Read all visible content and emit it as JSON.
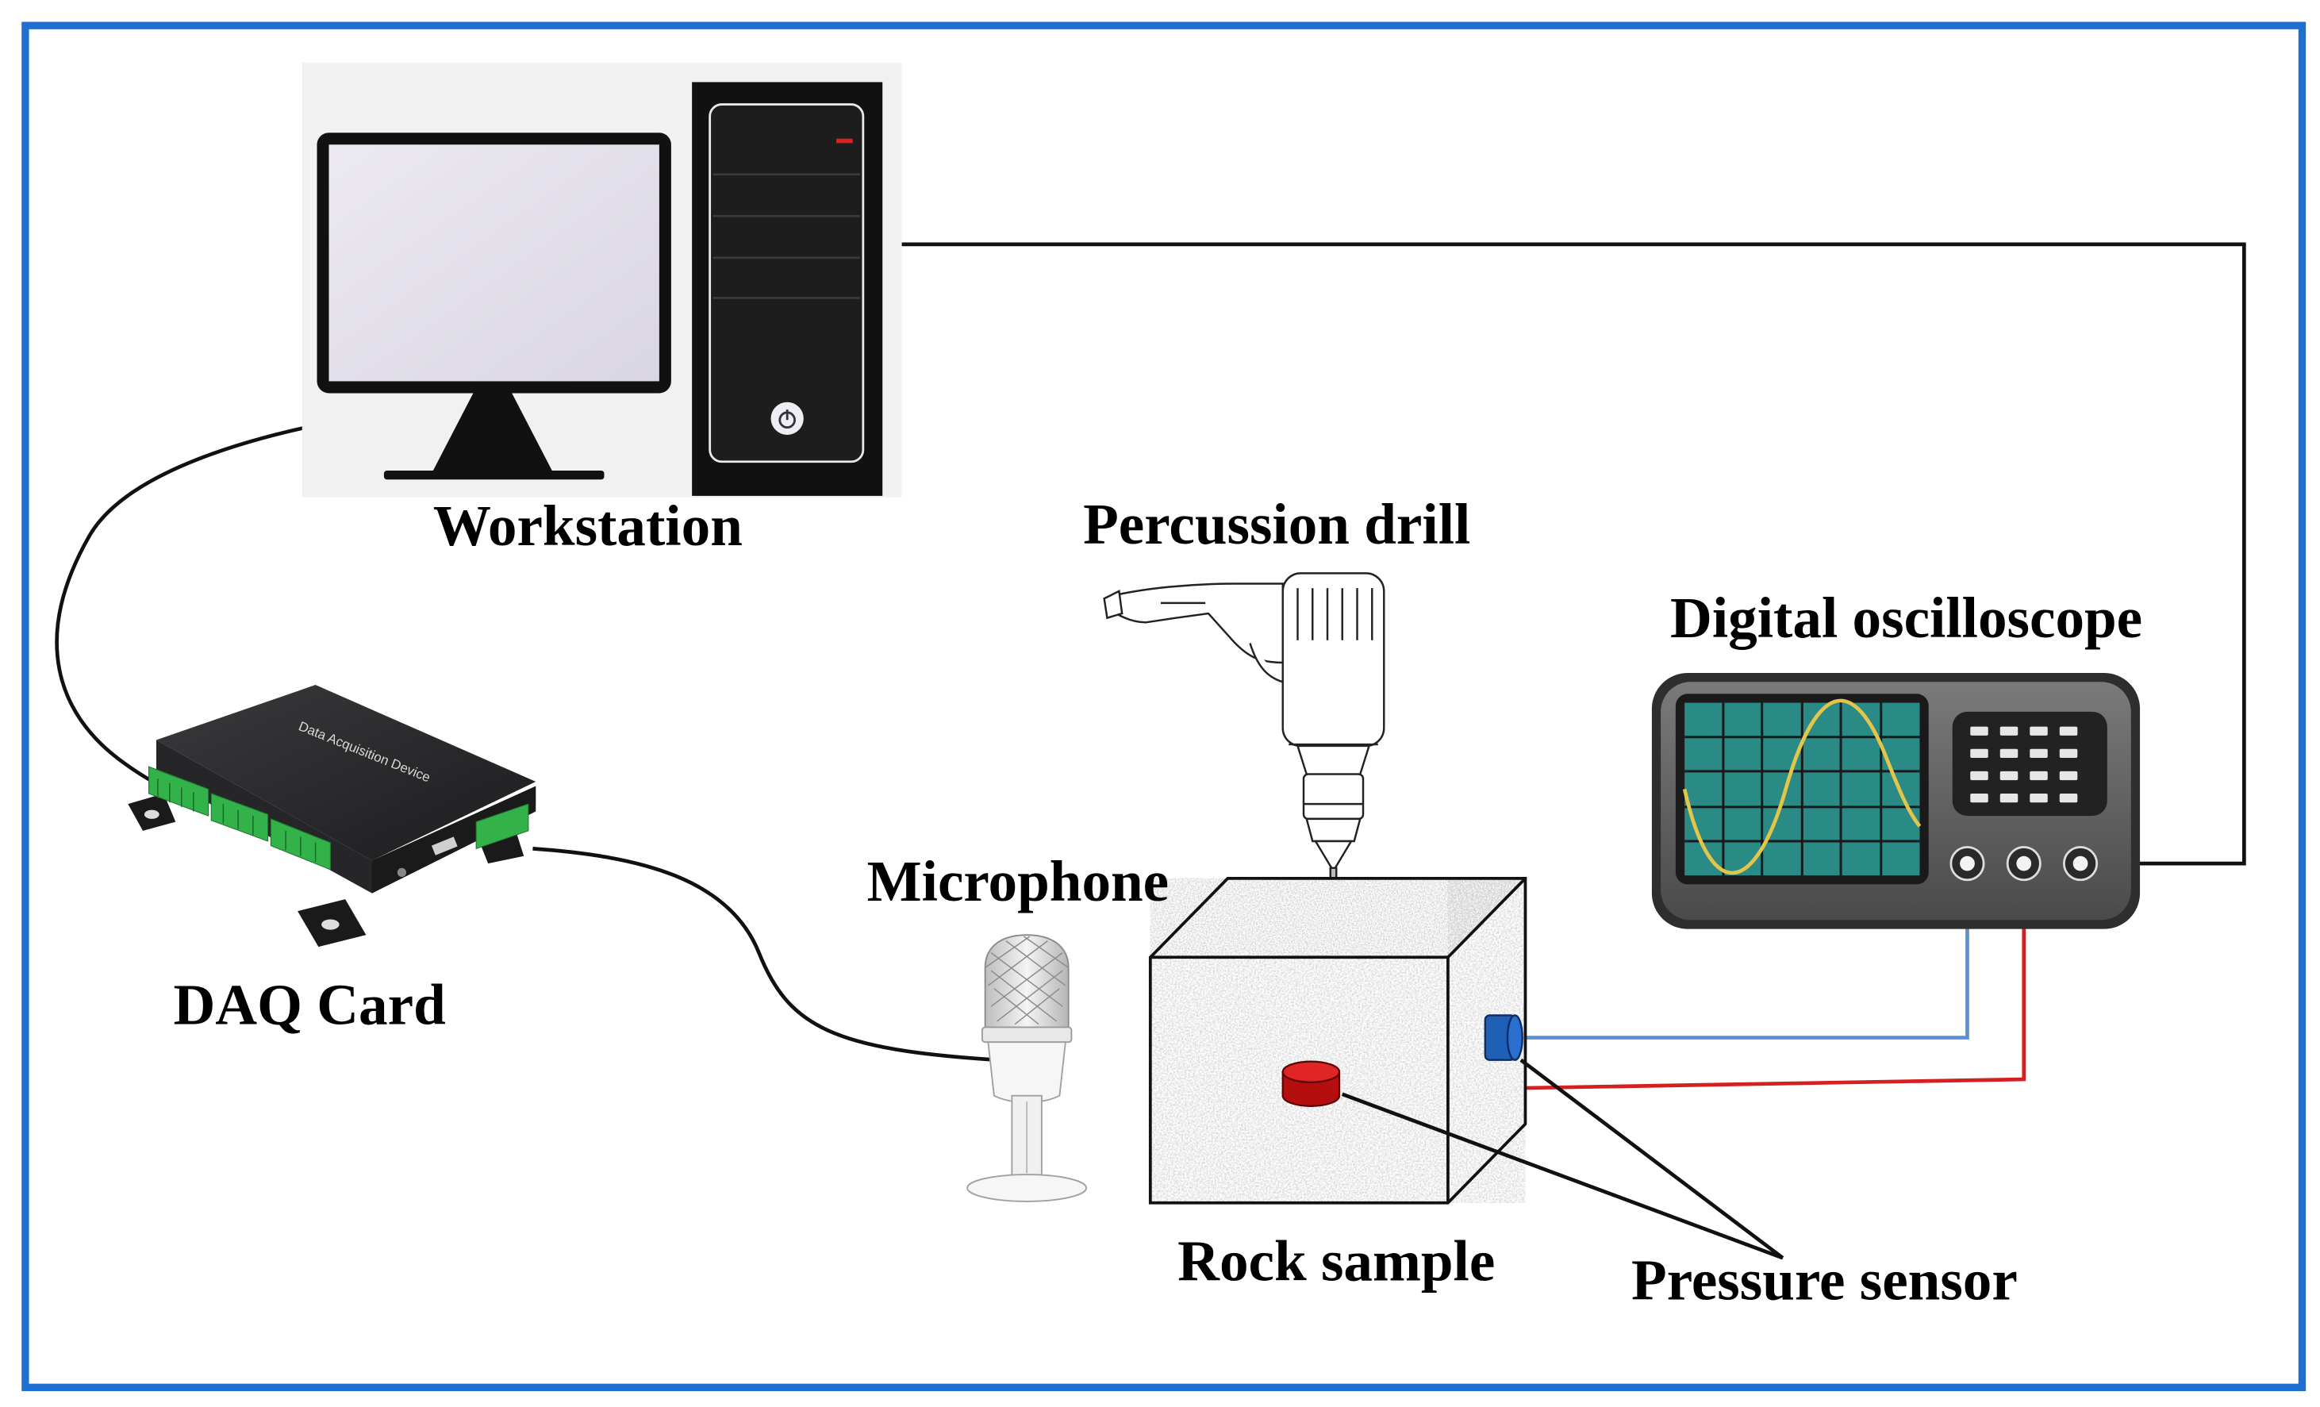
{
  "labels": {
    "workstation": "Workstation",
    "percussion_drill": "Percussion drill",
    "digital_oscilloscope": "Digital oscilloscope",
    "microphone": "Microphone",
    "daq_card": "DAQ Card",
    "rock_sample": "Rock sample",
    "pressure_sensor": "Pressure sensor"
  },
  "icons": {
    "workstation": "desktop-computer-icon",
    "drill": "percussion-drill-icon",
    "oscilloscope": "oscilloscope-icon",
    "microphone": "microphone-icon",
    "daq": "daq-card-icon",
    "rock": "rock-sample-icon",
    "sensor": "pressure-sensor-icon"
  },
  "colors": {
    "frame_border": "#1f6fd1",
    "cable_black": "#111111",
    "cable_blue": "#5b8fd6",
    "cable_red": "#d42020",
    "sensor_blue": "#1f5fb5",
    "sensor_red": "#cc1111",
    "scope_screen": "#2a8a86",
    "daq_terminal": "#33b24a"
  }
}
